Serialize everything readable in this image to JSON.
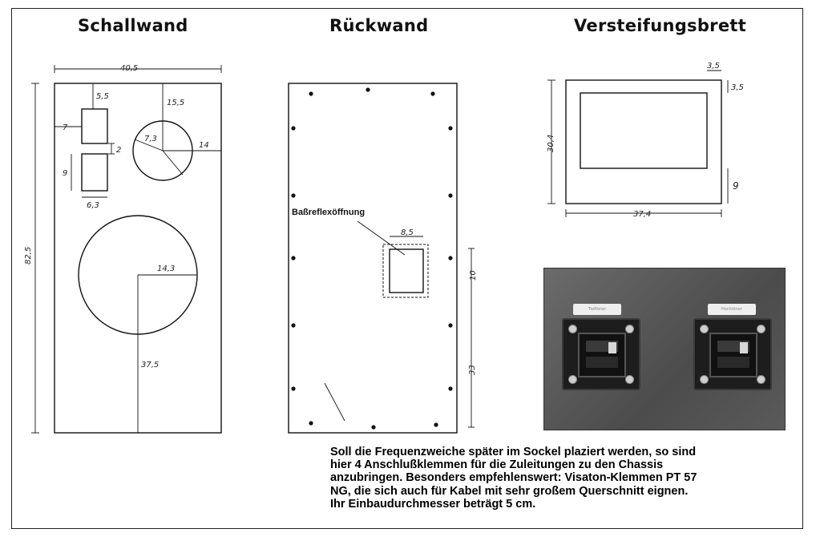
{
  "titles": {
    "schallwand": "Schallwand",
    "rueckwand": "Rückwand",
    "versteifung": "Versteifungsbrett"
  },
  "schallwand_dims": {
    "width": "40,5",
    "height": "82,5",
    "top_tweeter_offset": "5,5",
    "left_offset": "7",
    "gap": "2",
    "cutout_height": "9",
    "cutout_width": "6,3",
    "mid_top": "15,5",
    "mid_radius": "7,3",
    "mid_right": "14",
    "woofer_radius": "14,3",
    "woofer_bottom": "37,5"
  },
  "rueckwand_dims": {
    "port_label": "Baßreflexöffnung",
    "port_width": "8,5",
    "port_top": "10",
    "port_bottom": "33"
  },
  "versteifung_dims": {
    "frame_w": "3,5",
    "frame_h": "3,5",
    "height": "30,4",
    "bottom": "9",
    "width": "37,4"
  },
  "photo": {
    "tag_left": "Tieftöner",
    "tag_right": "Hochtöner"
  },
  "caption": {
    "line1": "Soll die Frequenzweiche später im Sockel plaziert werden, so sind",
    "line2": "hier 4 Anschlußklemmen für die Zuleitungen zu den Chassis",
    "line3": "anzubringen. Besonders empfehlenswert: Visaton-Klemmen PT 57",
    "line4": "NG, die sich auch für Kabel mit sehr großem Querschnitt eignen.",
    "line5": "Ihr Einbaudurchmesser beträgt 5 cm."
  }
}
